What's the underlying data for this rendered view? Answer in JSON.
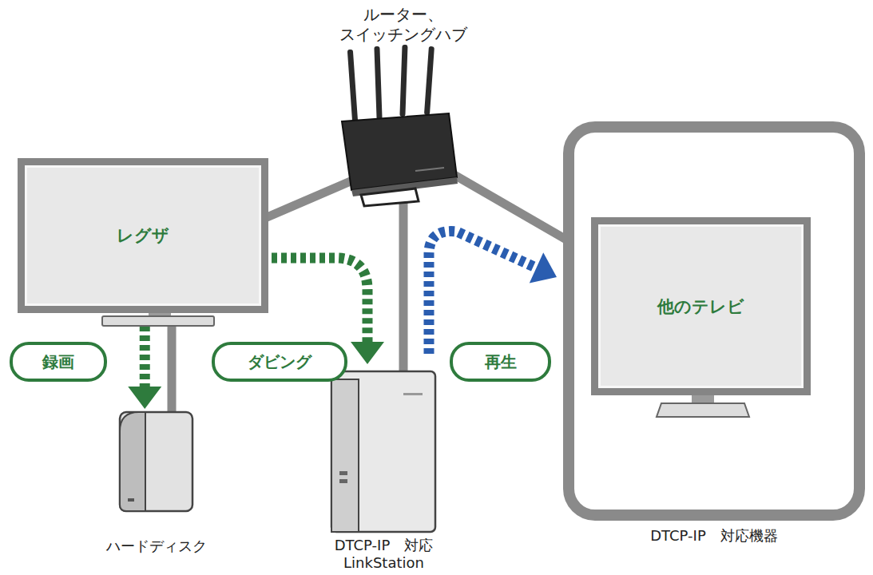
{
  "diagram": {
    "nodes": [
      {
        "text": [
          "ルーター、 スイッチングハブ"
        ]
      },
      {
        "text": [
          "レグザ"
        ]
      },
      {
        "text": [
          "ハードディスク"
        ]
      },
      {
        "text": [
          "DTCP-IP　対応 LinkStation"
        ]
      },
      {
        "text": [
          "DTCP-IP　対応機器"
        ]
      },
      {
        "text": [
          "他のテレビ"
        ],
        "in": 4
      }
    ],
    "edges": [
      {
        "from": 1,
        "to": 2,
        "arrow": "to",
        "label": "録画"
      },
      {
        "from": 1,
        "to": 3,
        "arrow": "to",
        "label": "ダビング"
      },
      {
        "from": 3,
        "to": 4,
        "arrow": "to",
        "label": "再生"
      },
      {
        "from": 1,
        "to": 0,
        "arrow": "none"
      },
      {
        "from": 0,
        "to": 3,
        "arrow": "none"
      },
      {
        "from": 0,
        "to": 4,
        "arrow": "none"
      },
      {
        "from": 1,
        "to": 2,
        "arrow": "none"
      }
    ]
  }
}
